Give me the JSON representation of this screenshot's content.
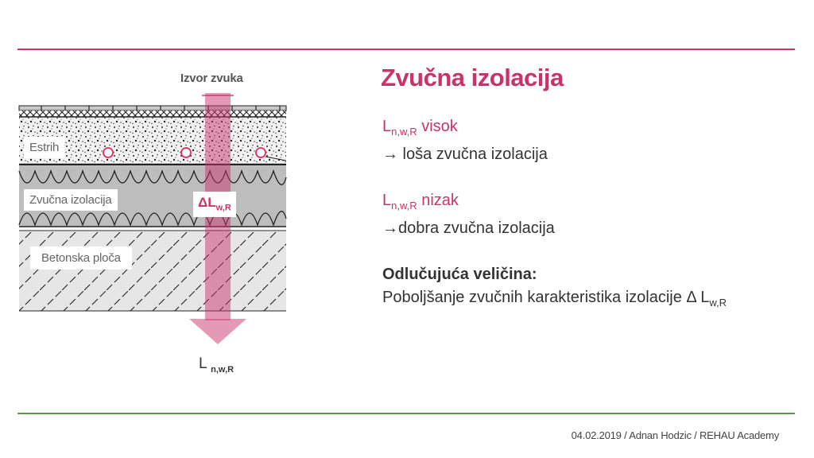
{
  "slide": {
    "title": "Zvučna izolacija",
    "footer": "04.02.2019 / Adnan Hodzic / REHAU Academy"
  },
  "diagram": {
    "source_label": "Izvor zvuka",
    "layers": {
      "estrih": "Estrih",
      "sound_insulation": "Zvučna izolacija",
      "concrete_slab": "Betonska ploča"
    },
    "delta": {
      "base": "ΔL",
      "sub": "w,R"
    },
    "output": {
      "base": "L ",
      "sub": "n,w,R"
    },
    "colors": {
      "arrow": "#c9336b",
      "accent": "#e0305a"
    }
  },
  "content": {
    "item1": {
      "base": "L",
      "sub": "n,w,R",
      "rest": " visok",
      "arrow": "→",
      "result": " loša zvučna izolacija"
    },
    "item2": {
      "base": "L",
      "sub": "n,w,R",
      "rest": " nizak",
      "arrow": "→",
      "result": "dobra zvučna izolacija"
    },
    "decisive": {
      "heading": "Odlučujuća veličina:",
      "text": "Poboljšanje zvučnih karakteristika izolacije Δ L",
      "sub": "w,R"
    }
  },
  "colors": {
    "accent": "#c9336b",
    "bottom_rule": "#5d9a4a"
  }
}
